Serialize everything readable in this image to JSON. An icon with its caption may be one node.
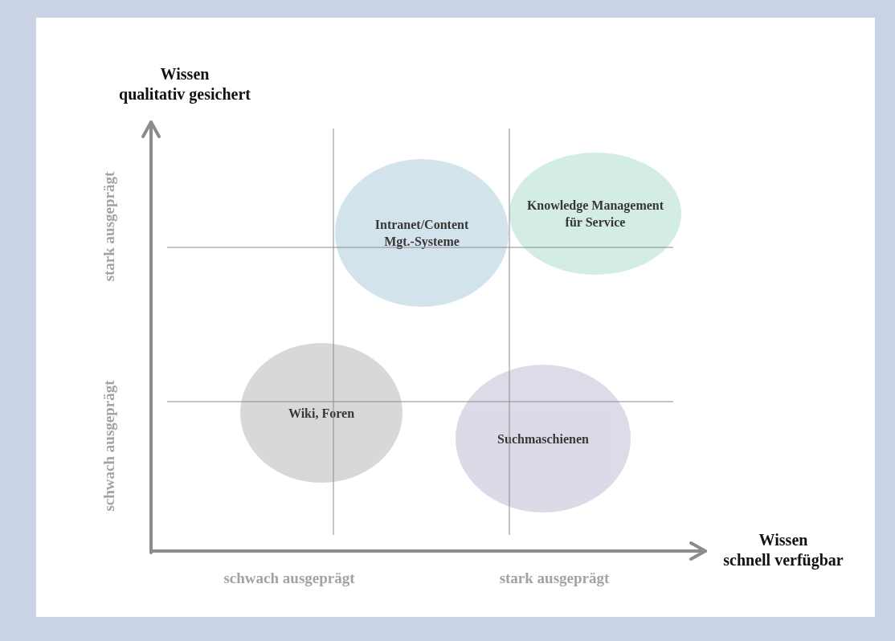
{
  "diagram": {
    "nodes": [
      {
        "text": [
          "Intranet/Content Mgt.-Systeme"
        ]
      },
      {
        "text": [
          "Knowledge Management für Service"
        ]
      },
      {
        "text": [
          "Wiki, Foren"
        ]
      },
      {
        "text": [
          "Suchmaschienen"
        ]
      }
    ],
    "labels": [
      "Wissen",
      "qualitativ gesichert",
      "stark ausgeprägt",
      "schwach ausgeprägt",
      "Wissen",
      "schnell verfügbar",
      "schwach ausgeprägt",
      "stark ausgeprägt"
    ]
  }
}
